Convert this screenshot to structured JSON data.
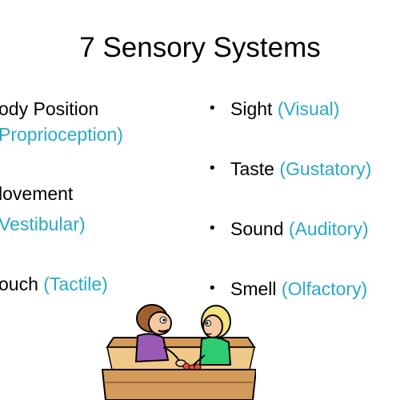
{
  "title": "7 Sensory Systems",
  "colors": {
    "text": "#000000",
    "accent": "#2aa9c6",
    "background": "#ffffff"
  },
  "left_items": [
    {
      "main": "ody Position",
      "sub": "Proprioception)"
    },
    {
      "main": "lovement",
      "sub": "Vestibular)"
    },
    {
      "main": "ouch",
      "paren": "(Tactile)"
    }
  ],
  "right_items": [
    {
      "bullet": "•",
      "main": "Sight",
      "paren": "(Visual)"
    },
    {
      "bullet": "•",
      "main": "Taste",
      "paren": "(Gustatory)"
    },
    {
      "bullet": "•",
      "main": "Sound",
      "paren": "(Auditory)"
    },
    {
      "bullet": "•",
      "main": "Smell",
      "paren": "(Olfactory)"
    }
  ],
  "illustration": {
    "icon": "kids-in-sandbox-illustration"
  }
}
